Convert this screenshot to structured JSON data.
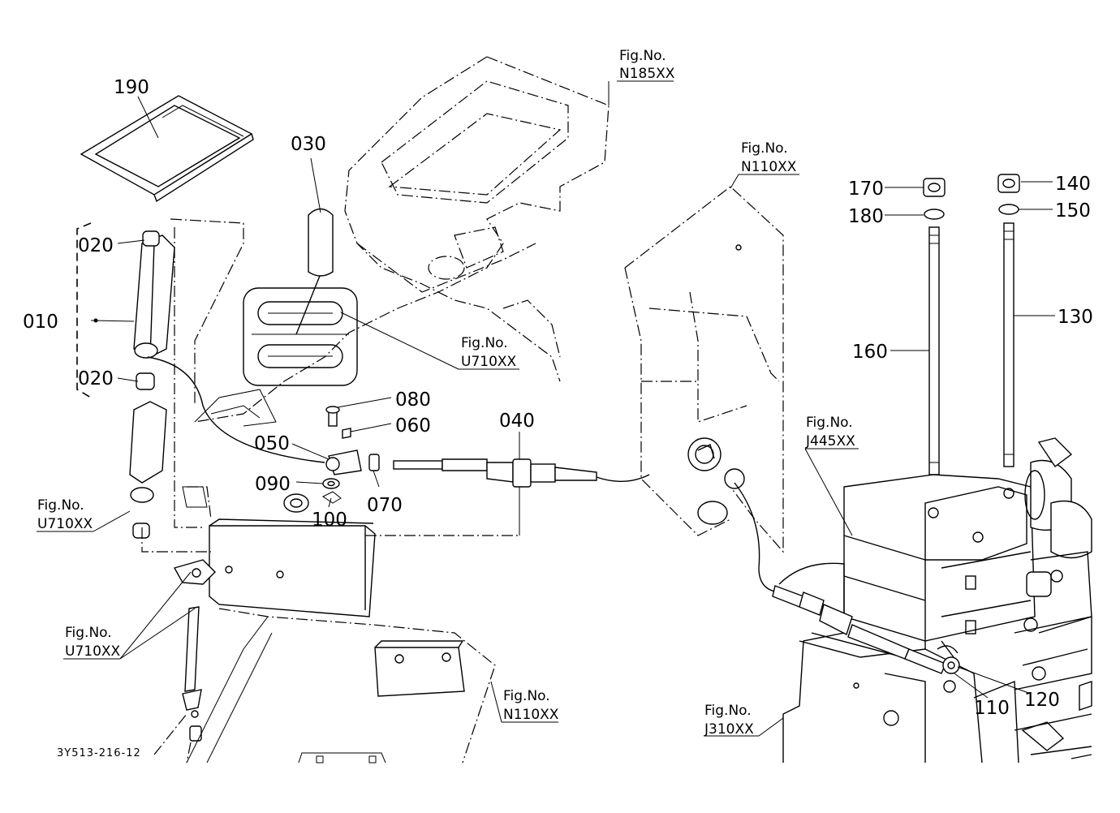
{
  "drawing_code": "3Y513-216-12",
  "part_labels": {
    "p010": "010",
    "p020a": "020",
    "p020b": "020",
    "p030": "030",
    "p040": "040",
    "p050": "050",
    "p060": "060",
    "p070": "070",
    "p080": "080",
    "p090": "090",
    "p100": "100",
    "p110": "110",
    "p120": "120",
    "p130": "130",
    "p140": "140",
    "p150": "150",
    "p160": "160",
    "p170": "170",
    "p180": "180",
    "p190": "190"
  },
  "fig_refs": {
    "prefix": "Fig.No.",
    "n185": "N185XX",
    "n110_top": "N110XX",
    "u710_mid": "U710XX",
    "u710_left": "U710XX",
    "u710_low": "U710XX",
    "j445": "J445XX",
    "n110_bottom": "N110XX",
    "j310": "J310XX"
  }
}
